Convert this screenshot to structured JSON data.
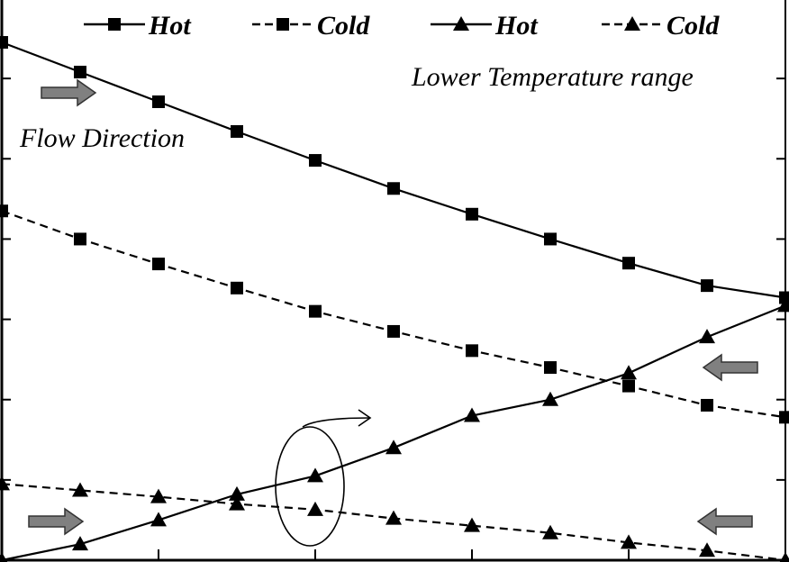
{
  "chart_data": {
    "type": "line",
    "title": "",
    "xlabel": "",
    "ylabel": "",
    "xlim": [
      0,
      10
    ],
    "ylim": [
      0,
      7
    ],
    "x": [
      0,
      1,
      2,
      3,
      4,
      5,
      6,
      7,
      8,
      9,
      10
    ],
    "grid": false,
    "legend_placement": "top",
    "series": [
      {
        "name": "Hot",
        "line": "solid",
        "marker": "square",
        "values": [
          6.45,
          6.08,
          5.71,
          5.34,
          4.98,
          4.63,
          4.31,
          4.0,
          3.7,
          3.42,
          3.27
        ]
      },
      {
        "name": "Cold",
        "line": "dashed",
        "marker": "square",
        "values": [
          4.35,
          4.0,
          3.69,
          3.39,
          3.1,
          2.85,
          2.61,
          2.4,
          2.17,
          1.93,
          1.78
        ]
      },
      {
        "name": "Hot",
        "line": "solid",
        "marker": "triangle",
        "values": [
          0.0,
          0.2,
          0.5,
          0.82,
          1.05,
          1.4,
          1.8,
          2.0,
          2.33,
          2.78,
          3.17
        ]
      },
      {
        "name": "Cold",
        "line": "dashed",
        "marker": "triangle",
        "values": [
          0.95,
          0.87,
          0.79,
          0.7,
          0.63,
          0.52,
          0.43,
          0.34,
          0.22,
          0.12,
          0.0
        ]
      }
    ],
    "annotations": {
      "range_label": "Lower Temperature range",
      "flow_label": "Flow Direction",
      "arrow_color": "#808080"
    }
  }
}
